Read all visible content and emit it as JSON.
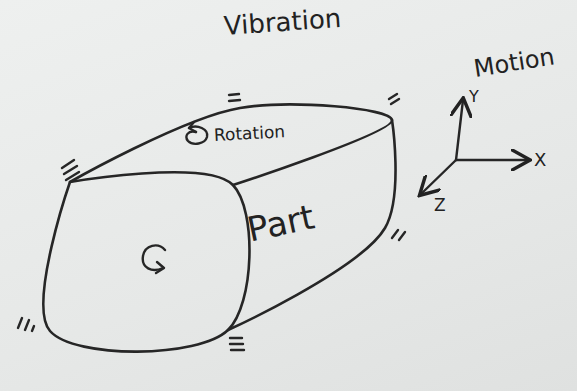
{
  "diagram": {
    "nodes": [
      {
        "text": [
          "Rotation",
          "Part"
        ]
      }
    ],
    "labels": [
      "Vibration",
      "Motion",
      "Y",
      "X",
      "Z"
    ]
  }
}
